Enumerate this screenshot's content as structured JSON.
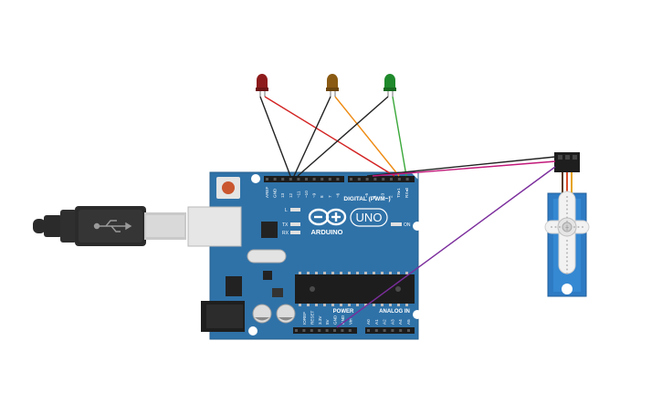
{
  "board": {
    "brand": "ARDUINO",
    "model": "UNO",
    "digital_header_label": "DIGITAL (PWM~)",
    "power_label": "POWER",
    "analog_label": "ANALOG IN",
    "on_label": "ON",
    "led_l_label": "L",
    "tx_label": "TX",
    "rx_label": "RX",
    "digital_pins": [
      "AREF",
      "GND",
      "13",
      "12",
      "~11",
      "~10",
      "~9",
      "8",
      "7",
      "~6",
      "~5",
      "4",
      "~3",
      "2",
      "TX▸1",
      "RX◂0"
    ],
    "power_pins": [
      "IOREF",
      "RESET",
      "3.3V",
      "5V",
      "GND",
      "GND",
      "Vin"
    ],
    "analog_pins": [
      "A0",
      "A1",
      "A2",
      "A3",
      "A4",
      "A5"
    ]
  },
  "leds": [
    {
      "name": "red-led",
      "color": "#8e1b1b"
    },
    {
      "name": "amber-led",
      "color": "#8a5a12"
    },
    {
      "name": "green-led",
      "color": "#1f8a2b"
    }
  ],
  "wire_colors": {
    "black": "#222222",
    "red": "#d32222",
    "orange": "#ee8a12",
    "green": "#3aa83a",
    "magenta": "#c2197a",
    "purple": "#7b2d9c"
  },
  "colors": {
    "board": "#2f72a8",
    "board_dark": "#245d8b",
    "servo_body": "#2e7bc4",
    "usb_cable": "#2b2b2b"
  }
}
